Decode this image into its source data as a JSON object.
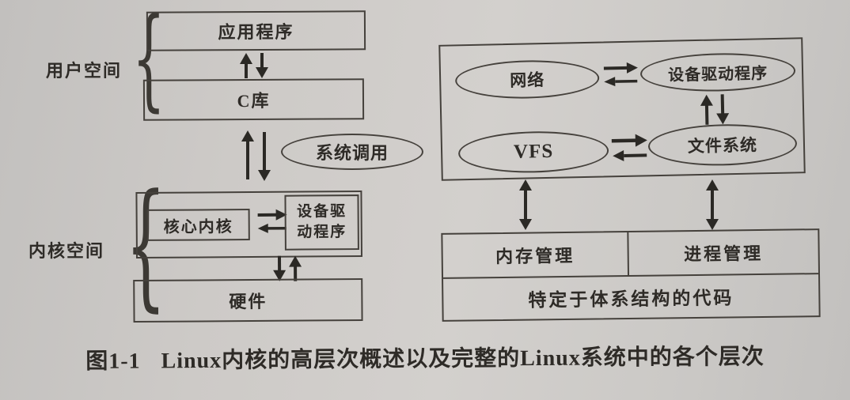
{
  "colors": {
    "paper": "#cdcac7",
    "ink": "#2e2b27",
    "line": "#45413c"
  },
  "icons": {
    "left_brace": "{"
  },
  "left_panel": {
    "user_space_label": "用户空间",
    "kernel_space_label": "内核空间",
    "boxes": {
      "application": "应用程序",
      "c_library": "C库",
      "core_kernel": "核心内核",
      "device_driver_line1": "设备驱",
      "device_driver_line2": "动程序",
      "hardware": "硬件"
    },
    "system_call": "系统调用"
  },
  "right_panel": {
    "ellipses": {
      "network": "网络",
      "device_driver": "设备驱动程序",
      "vfs": "VFS",
      "file_system": "文件系统"
    },
    "table": {
      "memory_management": "内存管理",
      "process_management": "进程管理",
      "arch_specific": "特定于体系结构的代码"
    }
  },
  "caption": {
    "prefix": "图1-1",
    "text": "Linux内核的高层次概述以及完整的Linux系统中的各个层次"
  }
}
